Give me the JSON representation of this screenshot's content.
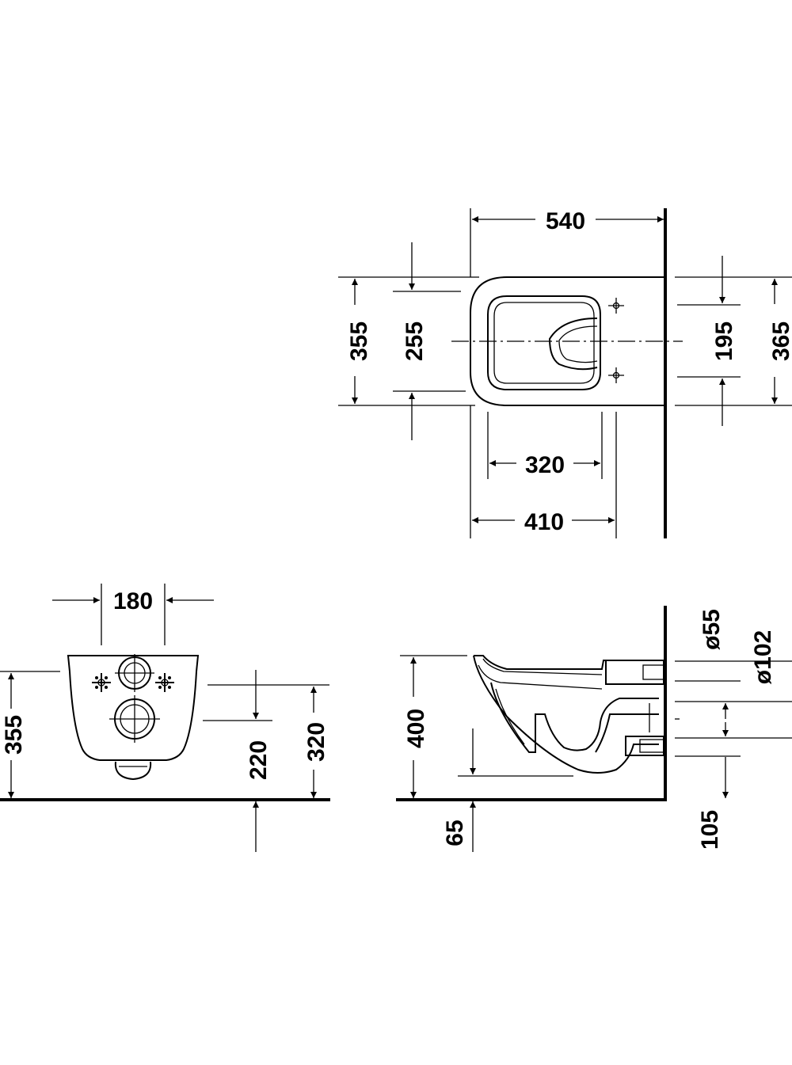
{
  "top_view": {
    "overall_length": "540",
    "overall_width": "355",
    "bowl_width": "255",
    "fixing_hole_spacing": "195",
    "width_at_wall": "365",
    "bowl_length": "320",
    "front_to_fixing": "410"
  },
  "front_view": {
    "fixing_bolt_spacing": "180",
    "total_height": "355",
    "outlet_center_height": "220",
    "bolt_height": "320"
  },
  "side_view": {
    "rim_height": "400",
    "inlet_diameter": "ø55",
    "outlet_diameter": "ø102",
    "base_offset": "65",
    "outlet_height": "105"
  },
  "colors": {
    "ink": "#000000",
    "background": "#ffffff"
  }
}
